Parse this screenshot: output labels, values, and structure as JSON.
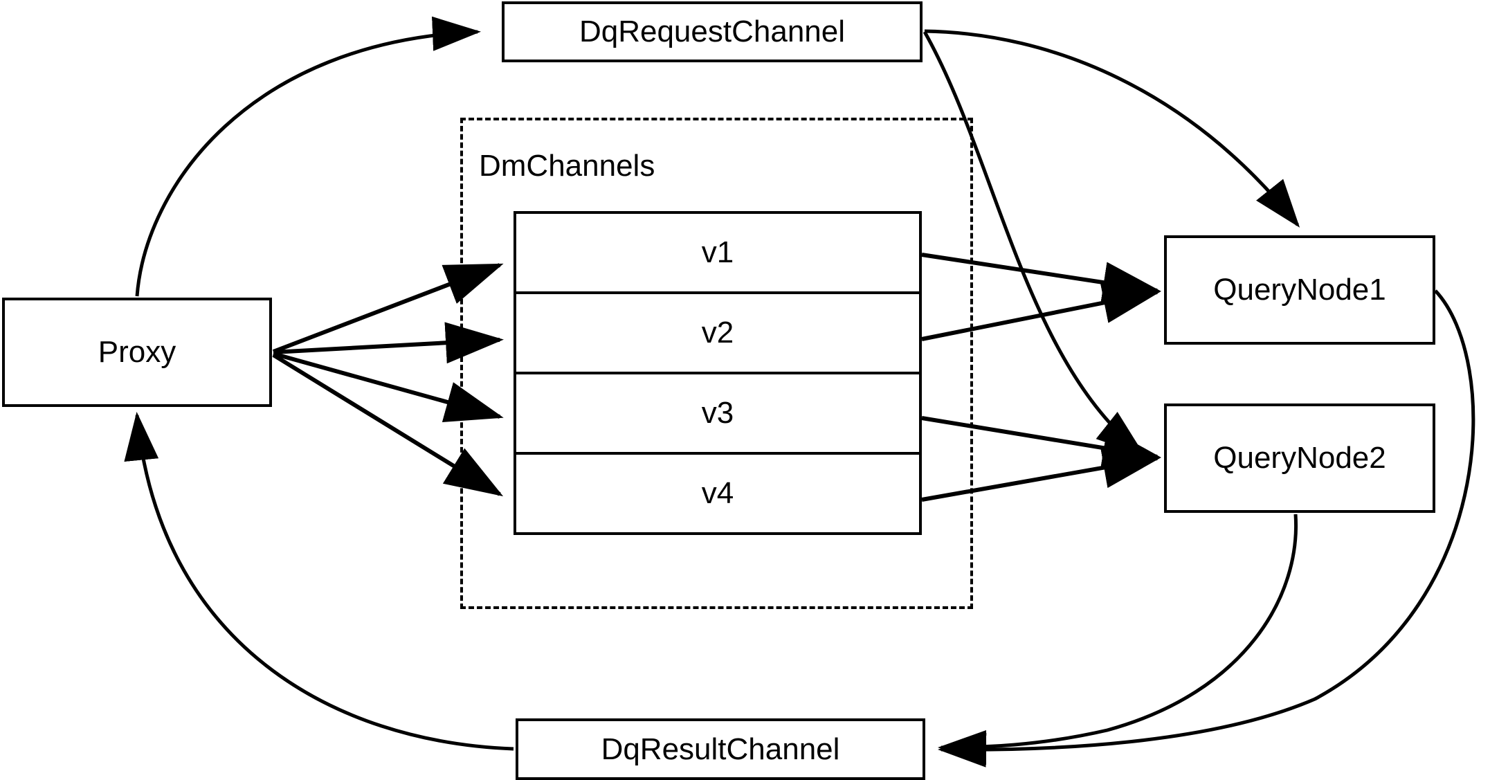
{
  "diagram": {
    "type": "architecture-flow",
    "background_color": "#ffffff",
    "stroke_color": "#000000",
    "nodes": {
      "proxy": {
        "label": "Proxy"
      },
      "dq_request_channel": {
        "label": "DqRequestChannel"
      },
      "dq_result_channel": {
        "label": "DqResultChannel"
      },
      "query_node_1": {
        "label": "QueryNode1"
      },
      "query_node_2": {
        "label": "QueryNode2"
      }
    },
    "group": {
      "label": "DmChannels",
      "style": "dashed",
      "channels": [
        {
          "label": "v1"
        },
        {
          "label": "v2"
        },
        {
          "label": "v3"
        },
        {
          "label": "v4"
        }
      ]
    },
    "edges": [
      {
        "from": "Proxy",
        "to": "DqRequestChannel",
        "style": "curved",
        "arrow": true
      },
      {
        "from": "Proxy",
        "to": "v1",
        "style": "straight",
        "arrow": true
      },
      {
        "from": "Proxy",
        "to": "v2",
        "style": "straight",
        "arrow": true
      },
      {
        "from": "Proxy",
        "to": "v3",
        "style": "straight",
        "arrow": true
      },
      {
        "from": "Proxy",
        "to": "v4",
        "style": "straight",
        "arrow": true
      },
      {
        "from": "DqRequestChannel",
        "to": "QueryNode1",
        "style": "curved",
        "arrow": true
      },
      {
        "from": "DqRequestChannel",
        "to": "QueryNode2",
        "style": "curved",
        "arrow": true
      },
      {
        "from": "v1",
        "to": "QueryNode1",
        "style": "straight",
        "arrow": true
      },
      {
        "from": "v2",
        "to": "QueryNode1",
        "style": "straight",
        "arrow": true
      },
      {
        "from": "v3",
        "to": "QueryNode2",
        "style": "straight",
        "arrow": true
      },
      {
        "from": "v4",
        "to": "QueryNode2",
        "style": "straight",
        "arrow": true
      },
      {
        "from": "QueryNode1",
        "to": "DqResultChannel",
        "style": "curved",
        "arrow": true
      },
      {
        "from": "QueryNode2",
        "to": "DqResultChannel",
        "style": "curved",
        "arrow": true
      },
      {
        "from": "DqResultChannel",
        "to": "Proxy",
        "style": "curved",
        "arrow": true
      }
    ]
  }
}
